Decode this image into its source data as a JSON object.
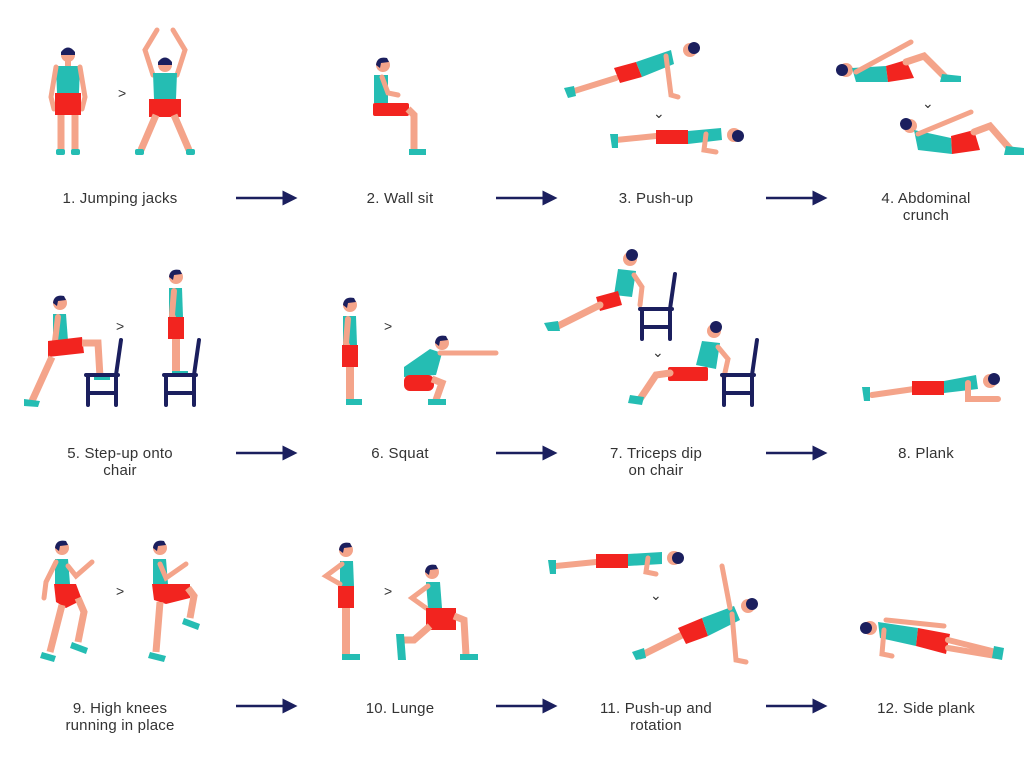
{
  "colors": {
    "skin": "#F4A48A",
    "shirt": "#25BDB3",
    "shorts": "#F2241F",
    "shoes": "#25BDB3",
    "hair": "#1B1F5E",
    "chair": "#1B1F5E",
    "arrow": "#1B1F5E",
    "text": "#333333"
  },
  "exercises": [
    {
      "number": 1,
      "label_line1": "1. Jumping jacks",
      "label_line2": ""
    },
    {
      "number": 2,
      "label_line1": "2. Wall sit",
      "label_line2": ""
    },
    {
      "number": 3,
      "label_line1": "3. Push-up",
      "label_line2": ""
    },
    {
      "number": 4,
      "label_line1": "4. Abdominal",
      "label_line2": "crunch"
    },
    {
      "number": 5,
      "label_line1": "5. Step-up onto",
      "label_line2": "chair"
    },
    {
      "number": 6,
      "label_line1": "6. Squat",
      "label_line2": ""
    },
    {
      "number": 7,
      "label_line1": "7. Triceps dip",
      "label_line2": "on chair"
    },
    {
      "number": 8,
      "label_line1": "8. Plank",
      "label_line2": ""
    },
    {
      "number": 9,
      "label_line1": "9. High knees",
      "label_line2": "running in place"
    },
    {
      "number": 10,
      "label_line1": "10. Lunge",
      "label_line2": ""
    },
    {
      "number": 11,
      "label_line1": "11. Push-up and",
      "label_line2": "rotation"
    },
    {
      "number": 12,
      "label_line1": "12. Side plank",
      "label_line2": ""
    }
  ],
  "step_glyphs": {
    "right": ">",
    "down": "⌄"
  }
}
